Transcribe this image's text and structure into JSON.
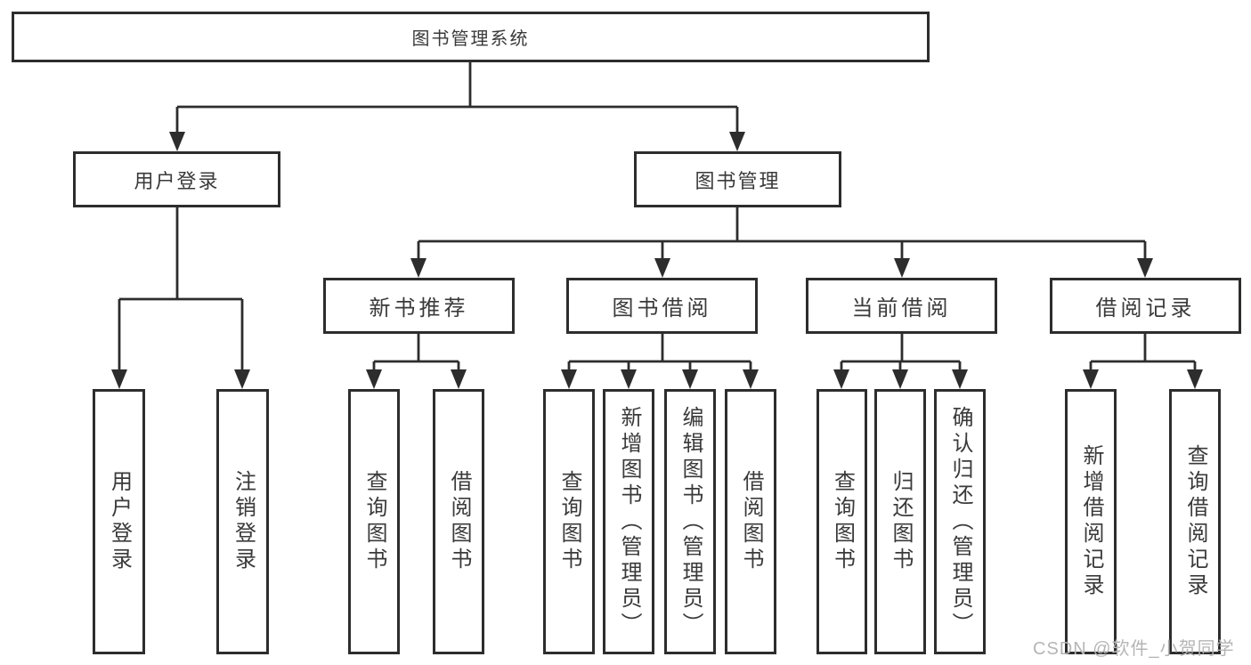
{
  "colors": {
    "line": "#2d2d2d",
    "text": "#3a3a3a",
    "watermark": "#b5b5b5",
    "background": "#ffffff"
  },
  "watermark": {
    "text": "CSDN @软件_小贺同学"
  },
  "tree": {
    "root": {
      "label": "图书管理系统",
      "children": [
        {
          "label": "用户登录",
          "children": [
            {
              "label": "用户登录"
            },
            {
              "label": "注销登录"
            }
          ]
        },
        {
          "label": "图书管理",
          "children": [
            {
              "label": "新书推荐",
              "children": [
                {
                  "label": "查询图书"
                },
                {
                  "label": "借阅图书"
                }
              ]
            },
            {
              "label": "图书借阅",
              "children": [
                {
                  "label": "查询图书"
                },
                {
                  "label": "新增图书（管理员）"
                },
                {
                  "label": "编辑图书（管理员）"
                },
                {
                  "label": "借阅图书"
                }
              ]
            },
            {
              "label": "当前借阅",
              "children": [
                {
                  "label": "查询图书"
                },
                {
                  "label": "归还图书"
                },
                {
                  "label": "确认归还（管理员）"
                }
              ]
            },
            {
              "label": "借阅记录",
              "children": [
                {
                  "label": "新增借阅记录"
                },
                {
                  "label": "查询借阅记录"
                }
              ]
            }
          ]
        }
      ]
    }
  }
}
